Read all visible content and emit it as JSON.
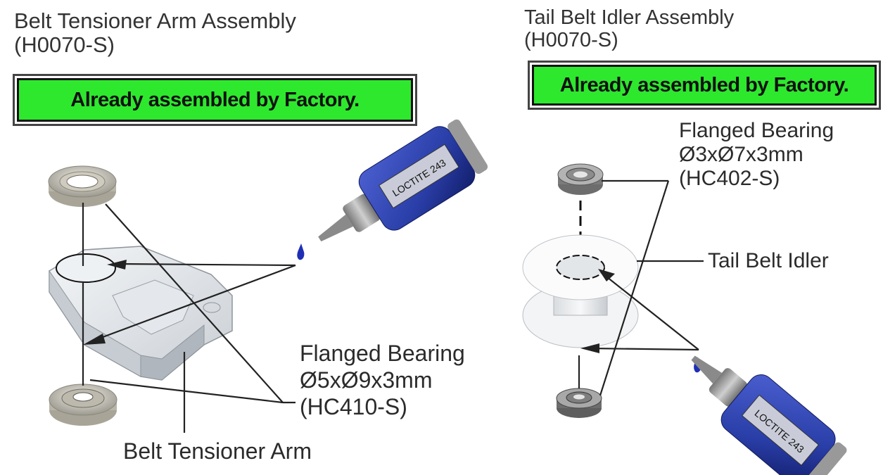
{
  "left": {
    "title_line1": "Belt Tensioner Arm Assembly",
    "title_line2": "(H0070-S)",
    "banner": "Already assembled by Factory.",
    "bearing_name": "Flanged Bearing",
    "bearing_size": "Ø5xØ9x3mm",
    "bearing_code": "(HC410-S)",
    "arm_label": "Belt Tensioner Arm",
    "loctite_label": "LOCTITE 243"
  },
  "right": {
    "title_line1": "Tail Belt Idler Assembly",
    "title_line2": "(H0070-S)",
    "banner": "Already assembled by Factory.",
    "bearing_name": "Flanged Bearing",
    "bearing_size": "Ø3xØ7x3mm",
    "bearing_code": "(HC402-S)",
    "idler_label": "Tail Belt Idler",
    "loctite_label": "LOCTITE 243"
  },
  "colors": {
    "banner_green": "#2ee82e",
    "loctite_blue": "#2a3ea8",
    "drop_blue": "#1f2fb5"
  }
}
